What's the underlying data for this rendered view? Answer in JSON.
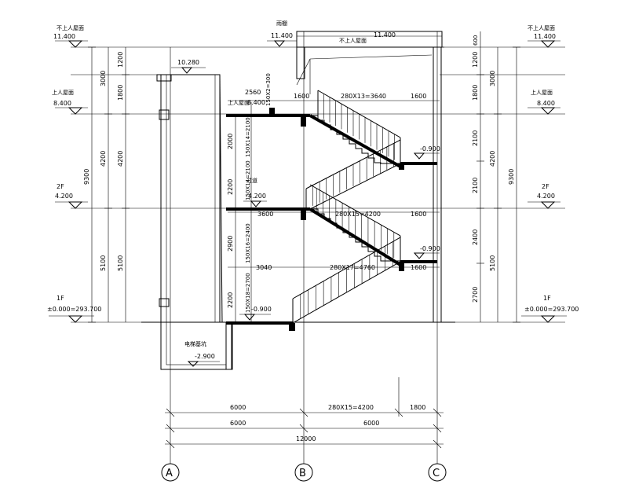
{
  "left_elevations": {
    "roof": {
      "name": "不上人屋面",
      "value": "11.400"
    },
    "upper": {
      "name": "上人屋面",
      "value": "8.400"
    },
    "second": {
      "name": "2F",
      "value": "4.200"
    },
    "first": {
      "name": "1F",
      "value": "±0.000=293.700"
    }
  },
  "right_elevations": {
    "roof": {
      "name": "不上人屋面",
      "value": "11.400"
    },
    "upper": {
      "name": "上人屋面",
      "value": "8.400"
    },
    "second": {
      "name": "2F",
      "value": "4.200"
    },
    "first": {
      "name": "1F",
      "value": "±0.000=293.700"
    }
  },
  "center_top": {
    "label": "雨棚",
    "value": "11.400",
    "roof_label": "不上人屋面",
    "roof_value": "11.400"
  },
  "left_dims_outer": {
    "total": "9300"
  },
  "left_dims_mid": {
    "d1": "3000",
    "d2": "4200",
    "d3": "5100"
  },
  "left_dims_inner": {
    "d1": "1200",
    "d2": "1800",
    "d3": "4200",
    "d4": "5100"
  },
  "right_dims_outer": {
    "total": "9300"
  },
  "right_dims_mid": {
    "d1": "3000",
    "d2": "4200",
    "d3": "5100"
  },
  "right_dims_inner": {
    "d0": "600",
    "d1": "1200",
    "d2": "1800",
    "d3": "2100",
    "d4": "2100",
    "d5": "2400",
    "d6": "2700"
  },
  "stair_dims": {
    "v1": "2000",
    "v2": "2200",
    "v3": "2900",
    "v4": "2200",
    "flight1": "150X14=2100",
    "flight2": "150X14=2100",
    "flight3": "150X16=2400",
    "flight4": "150X18=2700",
    "flight5": "150X2=300"
  },
  "stair_horiz": {
    "h1": "280X13=3640",
    "h1b": "1600",
    "h1c": "1600",
    "h2": "280X15=4200",
    "h2b": "1600",
    "h2c": "3600",
    "h3": "280X17=4760",
    "h3b": "1600",
    "h3c": "3040",
    "top_a": "2560"
  },
  "elev_labels": {
    "e10": "10.280",
    "e8": "8.400",
    "e8_label": "上人屋面",
    "e4": "4.200",
    "e4_label": "过道",
    "em09a": "-0.900",
    "em09b": "-0.900",
    "em09c": "-0.900",
    "pit": "-2.900",
    "pit_label": "电梯基坑"
  },
  "bottom_dims": {
    "row1_a": "6000",
    "row1_b": "280X15=4200",
    "row1_c": "1800",
    "row2_a": "6000",
    "row2_b": "6000",
    "row3": "12000"
  },
  "axes": [
    "A",
    "B",
    "C"
  ]
}
